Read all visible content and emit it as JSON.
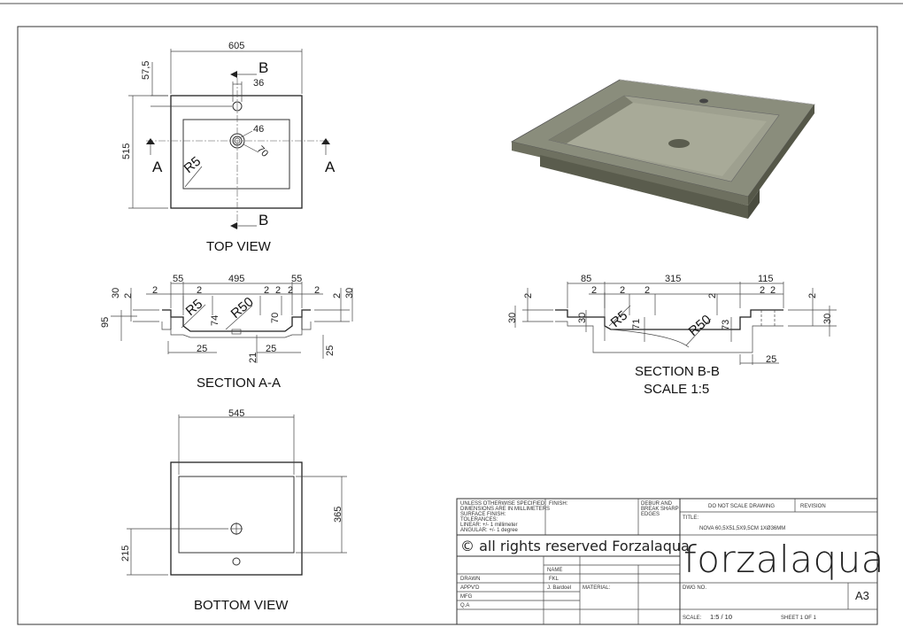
{
  "views": {
    "top": "TOP VIEW",
    "section_aa": "SECTION A-A",
    "section_bb": "SECTION B-B",
    "scale_note": "SCALE 1:5",
    "bottom": "BOTTOM VIEW",
    "cut_a": "A",
    "cut_b": "B"
  },
  "dims_top": {
    "width": "605",
    "offset": "57,5",
    "hole": "36",
    "height": "515",
    "d46": "46",
    "d70": "70",
    "r5": "R5"
  },
  "dims_aa": {
    "w55l": "55",
    "w495": "495",
    "w55r": "55",
    "t2a": "2",
    "t2b": "2",
    "t2c": "2",
    "t2d": "2",
    "t2e": "2",
    "t2f": "2",
    "h30l": "30",
    "h30r": "30",
    "s2l": "2",
    "s2r": "2",
    "h95": "95",
    "r5": "R5",
    "r50": "R50",
    "h74": "74",
    "h70": "70",
    "b25a": "25",
    "b21": "21",
    "b25b": "25",
    "b25c": "25"
  },
  "dims_bb": {
    "w85": "85",
    "w315": "315",
    "w115": "115",
    "t2a": "2",
    "t2b": "2",
    "t2c": "2",
    "t2d": "2",
    "t2e": "2",
    "s2l": "2",
    "s2r": "2",
    "h30l": "30",
    "h30i": "30",
    "h30r": "30",
    "r5": "R5",
    "r50": "R50",
    "h71": "71",
    "h73": "73",
    "b25": "25"
  },
  "dims_bottom": {
    "width": "545",
    "height": "365",
    "offset": "215"
  },
  "title_block": {
    "tolerance_lines": [
      "UNLESS OTHERWISE SPECIFIED:",
      "DIMENSIONS ARE IN MILLIMETERS",
      "SURFACE FINISH:",
      "TOLERANCES:",
      "LINEAR:       +/- 1 millimeter",
      "ANGULAR:    +/- 1 degree"
    ],
    "finish": "FINISH:",
    "deburr": [
      "DEBUR AND",
      "BREAK SHARP",
      "EDGES"
    ],
    "no_scale": "DO NOT SCALE DRAWING",
    "revision": "REVISION",
    "title_label": "TITLE:",
    "title_value": "NOVA 60,5X51,5X9,5CM 1XØ36MM",
    "rights": "© all rights reserved Forzalaqua",
    "brand": "forzalaqua",
    "name_label": "NAME",
    "drawn": "DRAWN",
    "drawn_by": "FKL",
    "apprvd": "APPV'D",
    "apprvd_by": "J. Bardoel",
    "material": "MATERIAL:",
    "mfg": "MFG",
    "qa": "Q.A",
    "dwg_no": "DWG NO.",
    "sheet_size": "A3",
    "scale_label": "SCALE:",
    "scale_value": "1:5 / 10",
    "sheet": "SHEET 1 OF 1"
  }
}
